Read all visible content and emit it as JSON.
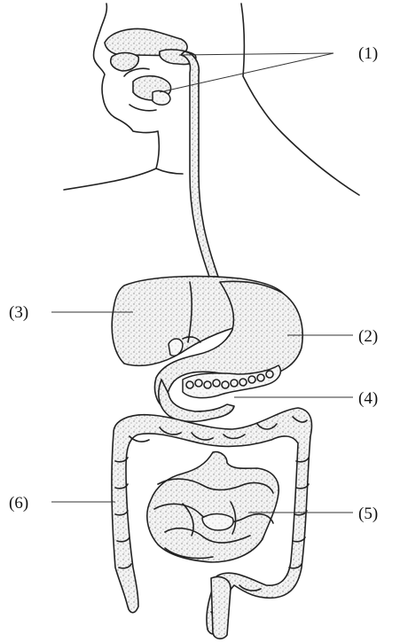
{
  "diagram": {
    "labels": [
      {
        "id": "label-1",
        "text": "(1)"
      },
      {
        "id": "label-2",
        "text": "(2)"
      },
      {
        "id": "label-3",
        "text": "(3)"
      },
      {
        "id": "label-4",
        "text": "(4)"
      },
      {
        "id": "label-5",
        "text": "(5)"
      },
      {
        "id": "label-6",
        "text": "(6)"
      }
    ],
    "colors": {
      "stroke": "#222222",
      "stipple_dot": "#8a8a8a",
      "background": "#ffffff"
    }
  }
}
